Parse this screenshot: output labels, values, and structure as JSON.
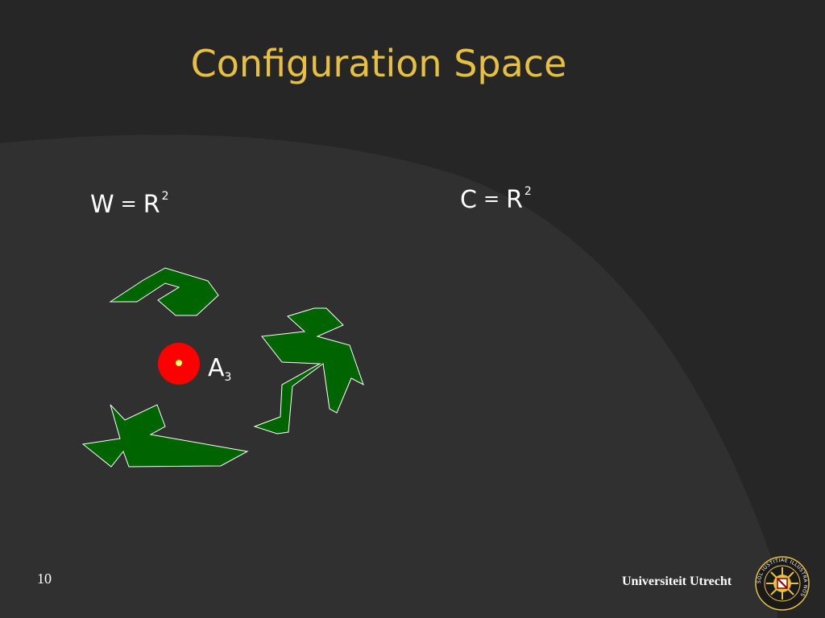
{
  "slide": {
    "title": "Configuration Space",
    "workspace_formula": {
      "lhs": "W",
      "eq": "=",
      "rhs": "R",
      "power": "2"
    },
    "cspace_formula": {
      "lhs": "C",
      "eq": "=",
      "rhs": "R",
      "power": "2"
    },
    "robot_label": {
      "letter": "A",
      "index": "3"
    },
    "page_number": "10",
    "university": "Universiteit Utrecht",
    "seal_text": "SOL IUSTITIAE ILLUSTRA NOS"
  },
  "colors": {
    "background": "#262626",
    "arc_fill": "#303030",
    "title": "#E8C040",
    "obstacle_fill": "#006400",
    "obstacle_stroke": "#ffffff",
    "robot_outer": "#ff0000",
    "robot_inner": "#ffff66",
    "text": "#ffffff"
  },
  "icons": {
    "robot": "red-disc-robot-icon",
    "seal": "university-seal-icon"
  }
}
